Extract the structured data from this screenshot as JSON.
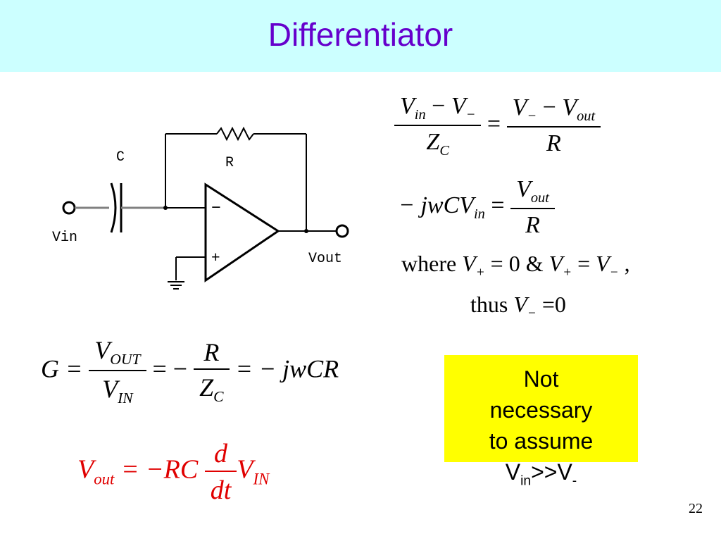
{
  "title": "Differentiator",
  "circuit": {
    "cap_label": "C",
    "res_label": "R",
    "input_label": "Vin",
    "output_label": "Vout",
    "minus_sign": "−",
    "plus_sign": "+"
  },
  "eq1": {
    "num_a": "V",
    "num_a_sub": "in",
    "minus": " − ",
    "num_b": "V",
    "num_b_sub": "−",
    "den": "Z",
    "den_sub": "C",
    "eq": " = ",
    "r_num_a": "V",
    "r_num_a_sub": "−",
    "r_minus": " − ",
    "r_num_b": "V",
    "r_num_b_sub": "out",
    "r_den": "R"
  },
  "eq2": {
    "lhs": "− jwCV",
    "lhs_sub": "in",
    "eq": " = ",
    "num": "V",
    "num_sub": "out",
    "den": "R"
  },
  "eq3": {
    "text_where": "where ",
    "v1": "V",
    "v1_sub": "+",
    "mid": " = 0 & ",
    "v2": "V",
    "v2_sub": "+",
    "eq": " = ",
    "v3": "V",
    "v3_sub": "−",
    "end": " ,"
  },
  "eq4": {
    "text_thus": "thus ",
    "v": "V",
    "v_sub": "−",
    "rest": " =0"
  },
  "gain": {
    "g": "G = ",
    "num": "V",
    "num_sub": "OUT",
    "den": "V",
    "den_sub": "IN",
    "eq2": " = − ",
    "num2": "R",
    "den2": "Z",
    "den2_sub": "C",
    "rest": " = − jwCR"
  },
  "vout_eq": {
    "lhs": "V",
    "lhs_sub": "out",
    "mid": " = −RC ",
    "num": "d",
    "den": "dt",
    "rhs": "V",
    "rhs_sub": "IN"
  },
  "note": {
    "line1": "Not",
    "line2": "necessary",
    "line3": "to assume",
    "line4_a": "V",
    "line4_sub": "in",
    "line4_b": ">>V",
    "line4_sub2": "-"
  },
  "page_number": "22"
}
